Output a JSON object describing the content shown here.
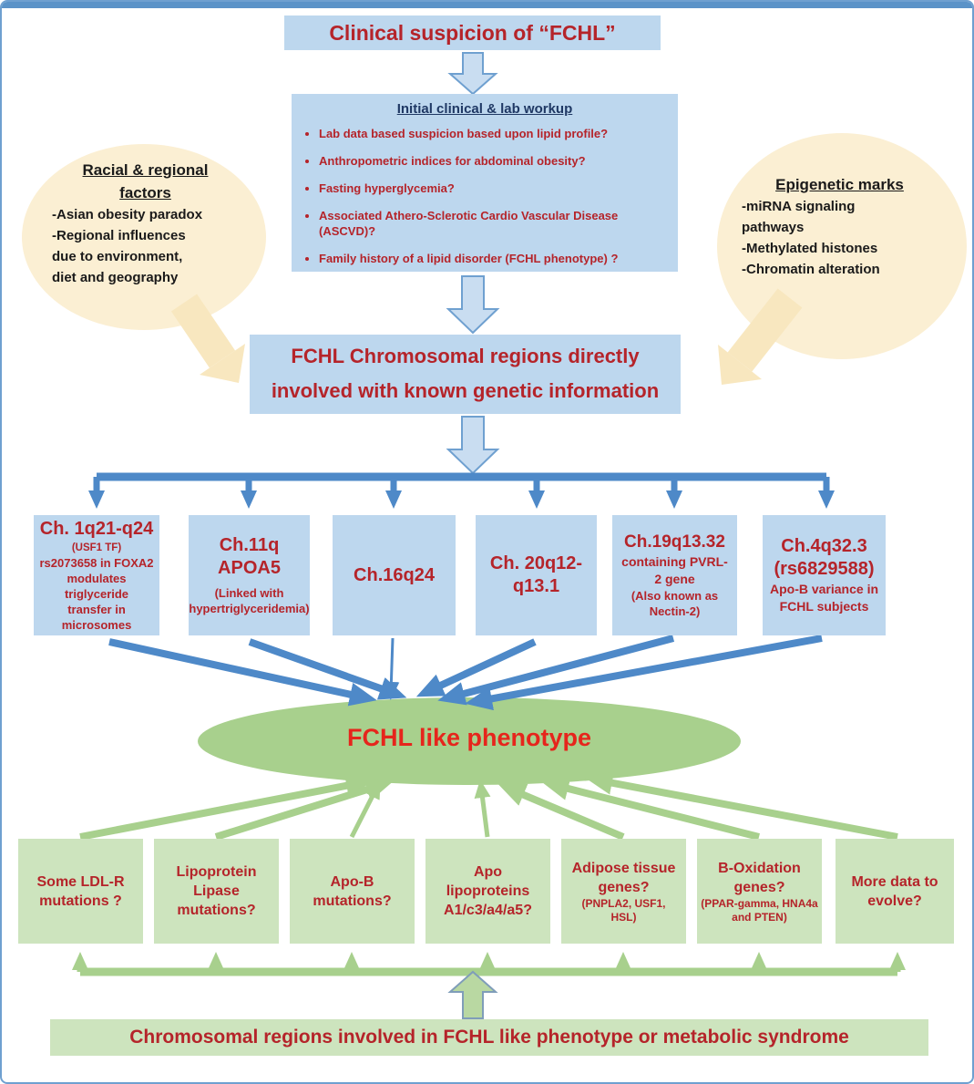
{
  "colors": {
    "frame_blue": "#5B93C8",
    "box_blue": "#BDD7EE",
    "arrow_blue": "#4E89C8",
    "dark_red_text": "#B5242A",
    "navy_text": "#1F3864",
    "bright_red_text": "#E6251C",
    "bubble_cream": "#FBEFD3",
    "ellipse_green": "#A8D08D",
    "box_green": "#CDE4BE"
  },
  "top_box": {
    "label": "Clinical suspicion of “FCHL”"
  },
  "workup": {
    "title": "Initial clinical & lab workup",
    "bullets": [
      "Lab data based suspicion based upon lipid profile?",
      "Anthropometric indices for abdominal obesity?",
      "Fasting hyperglycemia?",
      "Associated Athero-Sclerotic Cardio Vascular Disease (ASCVD)?",
      "Family history of a lipid disorder (FCHL phenotype) ?"
    ]
  },
  "left_bubble": {
    "title": [
      "Racial & regional",
      "factors"
    ],
    "lines": [
      "-Asian obesity paradox",
      "-Regional influences",
      "due to environment,",
      "diet and geography"
    ]
  },
  "right_bubble": {
    "title": "Epigenetic marks",
    "lines": [
      "-miRNA signaling",
      "pathways",
      "-Methylated histones",
      "-Chromatin alteration"
    ]
  },
  "central_box": {
    "lines": [
      "FCHL Chromosomal regions directly",
      "involved with known genetic information"
    ]
  },
  "chromo_boxes": [
    {
      "lines": [
        "Ch. 1q21-q24",
        "(USF1 TF)",
        "rs2073658 in FOXA2",
        "modulates triglyceride",
        "transfer in microsomes"
      ]
    },
    {
      "lines": [
        "Ch.11q",
        "APOA5",
        "(Linked with",
        "hypertriglyceridemia)"
      ]
    },
    {
      "lines": [
        "Ch.16q24"
      ]
    },
    {
      "lines": [
        "Ch. 20q12-",
        "q13.1"
      ]
    },
    {
      "lines": [
        "Ch.19q13.32",
        "containing PVRL-",
        "2 gene",
        "(Also known as",
        "Nectin-2)"
      ]
    },
    {
      "lines": [
        "Ch.4q32.3",
        "(rs6829588)",
        "Apo-B variance in",
        "FCHL subjects"
      ]
    }
  ],
  "phenotype_ellipse": {
    "label": "FCHL like phenotype"
  },
  "gene_boxes": [
    {
      "lines": [
        "Some LDL-R",
        "mutations ?"
      ]
    },
    {
      "lines": [
        "Lipoprotein",
        "Lipase",
        "mutations?"
      ]
    },
    {
      "lines": [
        "Apo-B",
        "mutations?"
      ]
    },
    {
      "lines": [
        "Apo",
        "lipoproteins",
        "A1/c3/a4/a5?"
      ]
    },
    {
      "lines": [
        "Adipose tissue",
        "genes?",
        "(PNPLA2, USF1,",
        "HSL)"
      ]
    },
    {
      "lines": [
        "B-Oxidation",
        "genes?",
        "(PPAR-gamma, HNA4a",
        "and PTEN)"
      ]
    },
    {
      "lines": [
        "More data to",
        "evolve?"
      ]
    }
  ],
  "bottom_bar": {
    "label": "Chromosomal regions involved in FCHL like phenotype or metabolic syndrome"
  }
}
